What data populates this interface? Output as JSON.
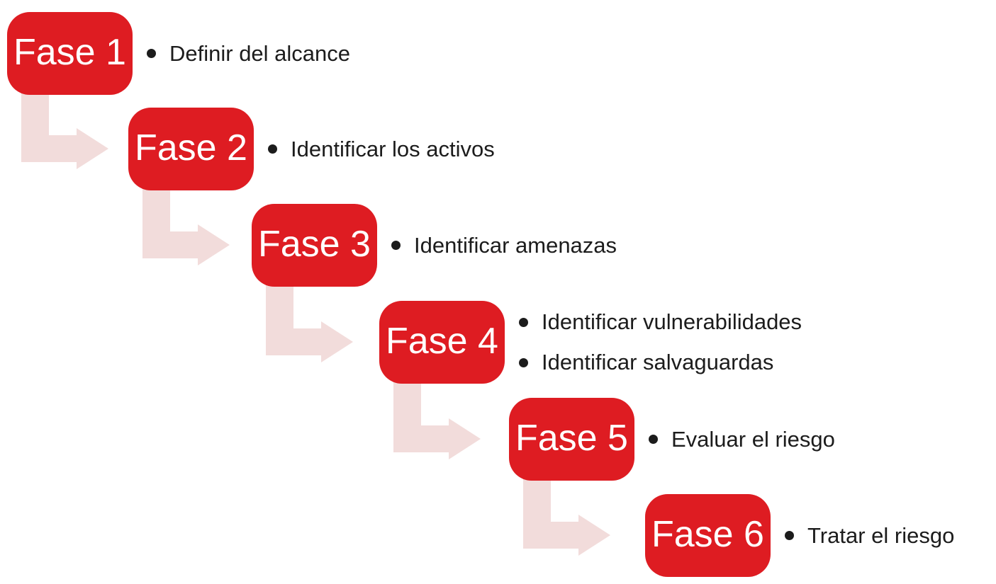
{
  "diagram": {
    "type": "staircase-process",
    "phases": [
      {
        "label": "Fase 1",
        "bullets": [
          "Definir del alcance"
        ]
      },
      {
        "label": "Fase 2",
        "bullets": [
          "Identificar los activos"
        ]
      },
      {
        "label": "Fase 3",
        "bullets": [
          "Identificar amenazas"
        ]
      },
      {
        "label": "Fase 4",
        "bullets": [
          "Identificar vulnerabilidades",
          "Identificar salvaguardas"
        ]
      },
      {
        "label": "Fase 5",
        "bullets": [
          "Evaluar el riesgo"
        ]
      },
      {
        "label": "Fase 6",
        "bullets": [
          "Tratar el riesgo"
        ]
      }
    ],
    "colors": {
      "box_red": "#de1c22",
      "arrow_pink": "#f2dcdb",
      "bullet_text": "#1c1c1c",
      "label_text": "#ffffff",
      "background": "#ffffff"
    }
  }
}
